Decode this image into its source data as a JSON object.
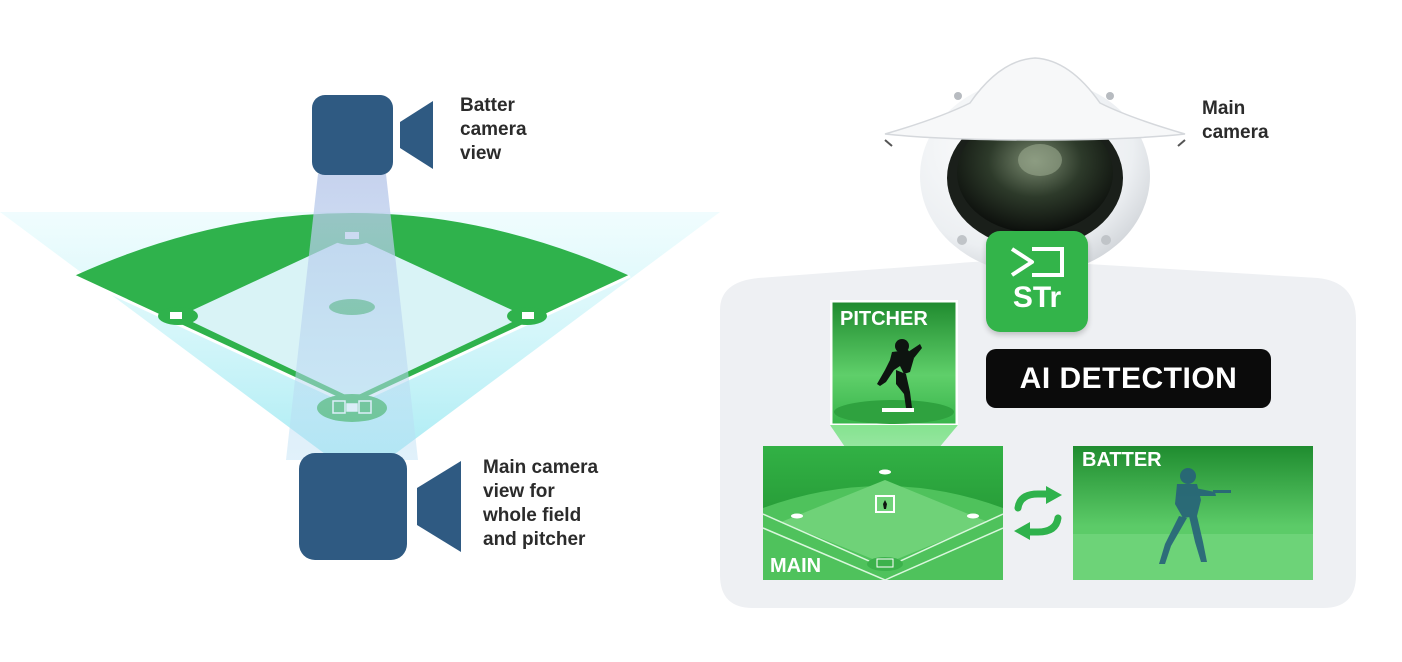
{
  "labels": {
    "batter_camera": [
      "Batter",
      "camera",
      "view"
    ],
    "main_camera_left": [
      "Main camera",
      "view for",
      "whole field",
      "and pitcher"
    ],
    "main_camera_right": [
      "Main",
      "camera"
    ]
  },
  "badges": {
    "app_name": "STr",
    "ai_detection": "AI DETECTION"
  },
  "views": {
    "pitcher": "PITCHER",
    "main": "MAIN",
    "batter": "BATTER"
  },
  "colors": {
    "camera_blue": "#2f5a82",
    "field_green": "#2fb24c",
    "accent_green": "#33b44a",
    "cone_cyan": "#bff1f7",
    "badge_black": "#0b0b0b"
  },
  "icons": [
    "video-camera-icon",
    "switch-arrows-icon",
    "str-app-icon",
    "dome-camera"
  ]
}
